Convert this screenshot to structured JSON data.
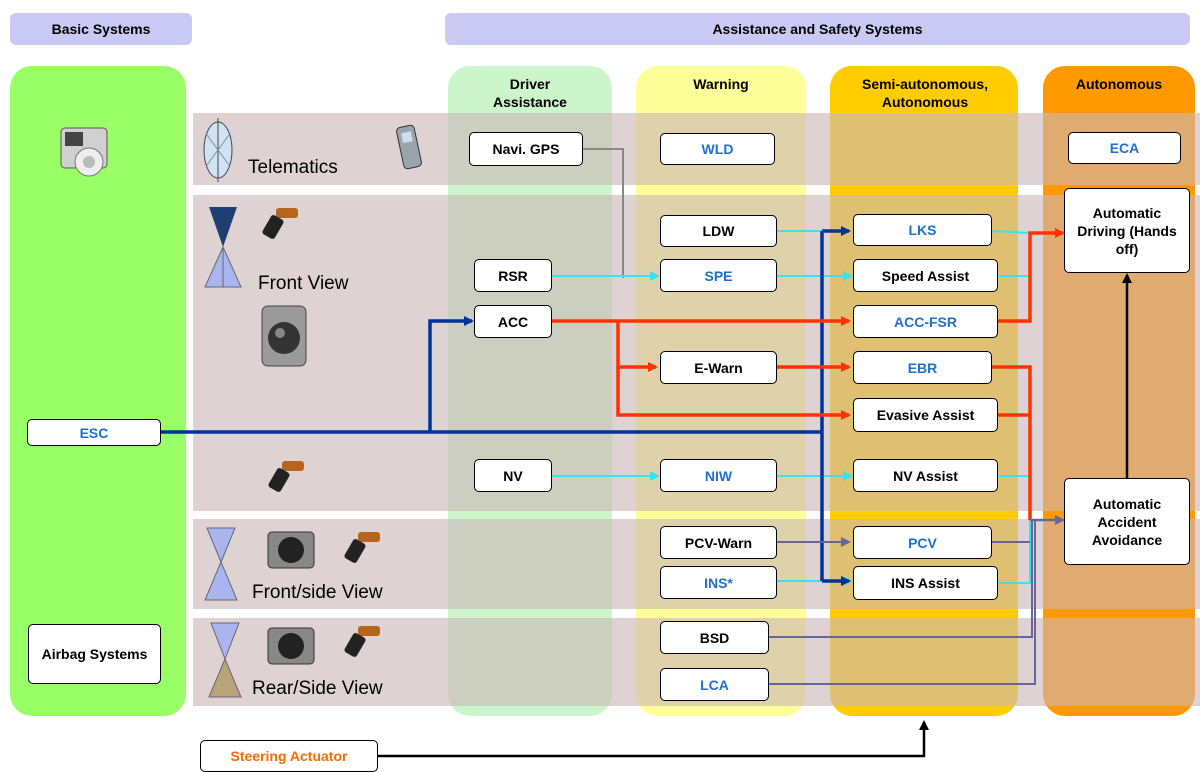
{
  "headers": {
    "basic": "Basic Systems",
    "assist": "Assistance and Safety Systems"
  },
  "columns": {
    "driver_assistance": "Driver Assistance",
    "warning": "Warning",
    "semi_autonomous": "Semi-autonomous, Autonomous",
    "autonomous": "Autonomous"
  },
  "rows": {
    "telematics": "Telematics",
    "front": "Front View",
    "front_side": "Front/side View",
    "rear_side": "Rear/Side View"
  },
  "boxes": {
    "esc": "ESC",
    "airbag": "Airbag Systems",
    "navi": "Navi. GPS",
    "wld": "WLD",
    "eca": "ECA",
    "ldw": "LDW",
    "lks": "LKS",
    "rsr": "RSR",
    "spe": "SPE",
    "speed_assist": "Speed Assist",
    "acc": "ACC",
    "acc_fsr": "ACC-FSR",
    "ewarn": "E-Warn",
    "ebr": "EBR",
    "evasive": "Evasive Assist",
    "nv": "NV",
    "niw": "NIW",
    "nv_assist": "NV Assist",
    "pcv_warn": "PCV-Warn",
    "pcv": "PCV",
    "ins": "INS*",
    "ins_assist": "INS Assist",
    "bsd": "BSD",
    "lca": "LCA",
    "auto_driving": "Automatic Driving (Hands off)",
    "auto_avoid": "Automatic Accident Avoidance",
    "steering": "Steering Actuator"
  },
  "colors": {
    "basic_panel": "#99ff66",
    "driver_col": "#ccf5cc",
    "warning_col": "#ffff99",
    "semi_col": "#ffcc00",
    "auto_col": "#ff9900",
    "header": "#c9c9f3",
    "band": "#ccb6b6",
    "cyan_line": "#33e5f0",
    "red_line": "#ff3300",
    "navy_line": "#003399",
    "grey_line": "#888888",
    "slate_line": "#66669a",
    "blue_text": "#1f6fd1",
    "orange_text": "#ff6a00"
  },
  "icons": [
    "abs-unit-icon",
    "antenna-icon",
    "phone-icon",
    "radar-beam-icon",
    "sensor-icon",
    "camera-icon"
  ]
}
